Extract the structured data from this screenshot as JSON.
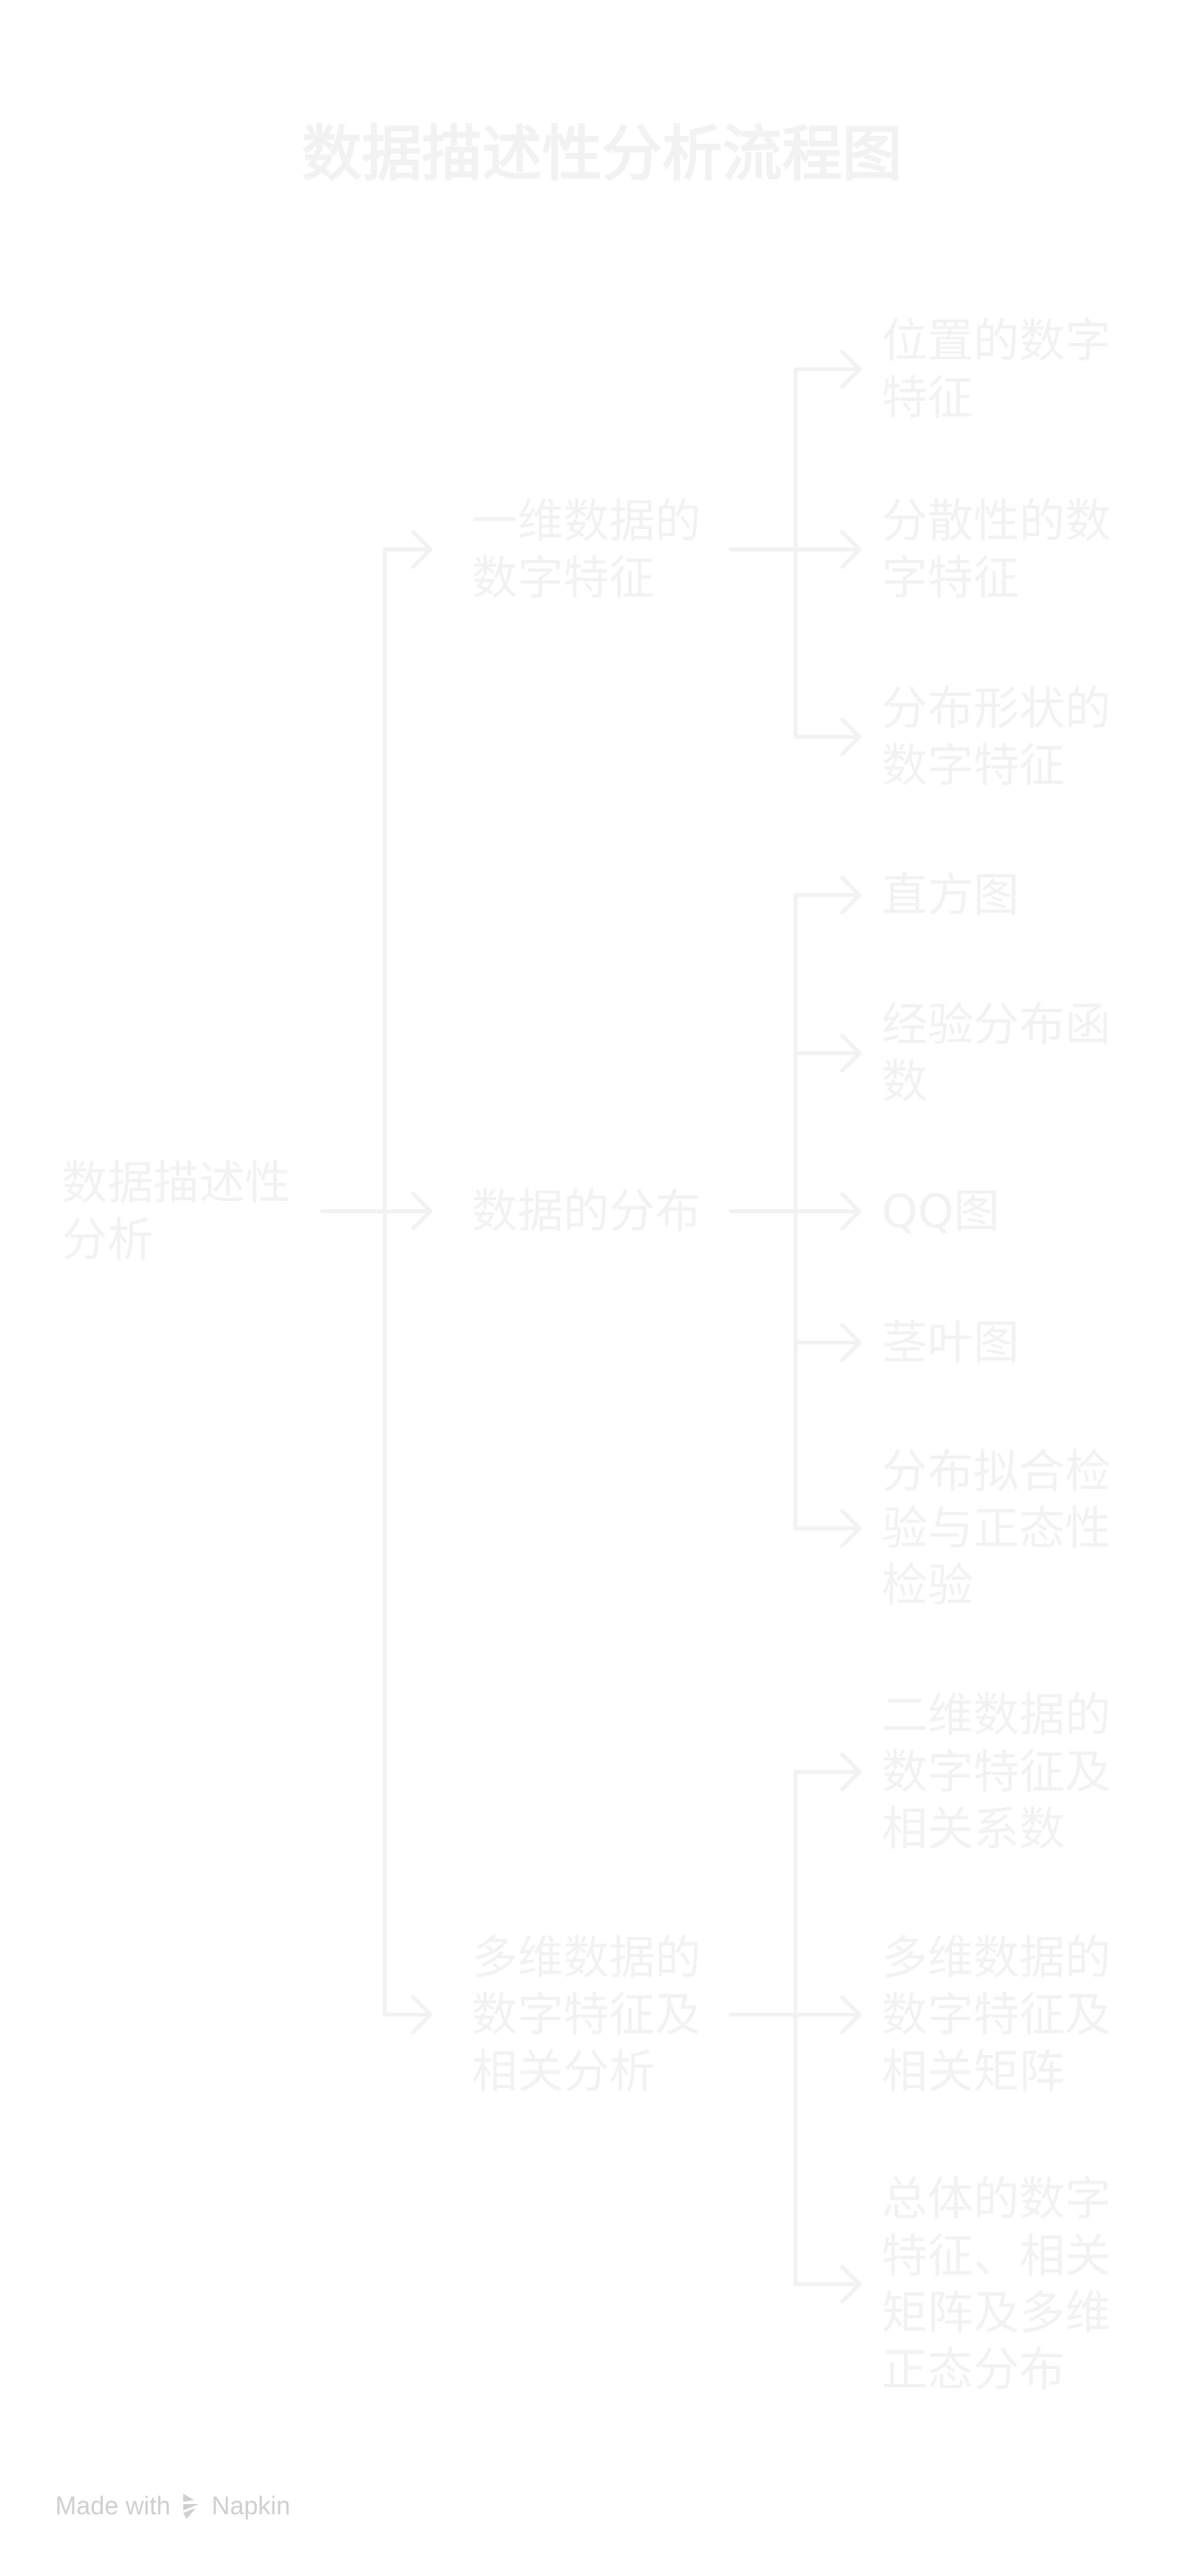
{
  "title": "数据描述性分析流程图",
  "colors": {
    "text": "#f2f2f2",
    "line": "#f2f2f2",
    "footer": "#cfcfcf"
  },
  "root": {
    "label": "数据描述性分析"
  },
  "branches": [
    {
      "label": "一维数据的数字特征",
      "children": [
        "位置的数字特征",
        "分散性的数字特征",
        "分布形状的数字特征"
      ]
    },
    {
      "label": "数据的分布",
      "children": [
        "直方图",
        "经验分布函数",
        "QQ图",
        "茎叶图",
        "分布拟合检验与正态性检验"
      ]
    },
    {
      "label": "多维数据的数字特征及相关分析",
      "children": [
        "二维数据的数字特征及相关系数",
        "多维数据的数字特征及相关矩阵",
        "总体的数字特征、相关矩阵及多维正态分布"
      ]
    }
  ],
  "footer": {
    "made_with": "Made with",
    "brand": "Napkin",
    "icon": "napkin-logo-icon"
  }
}
